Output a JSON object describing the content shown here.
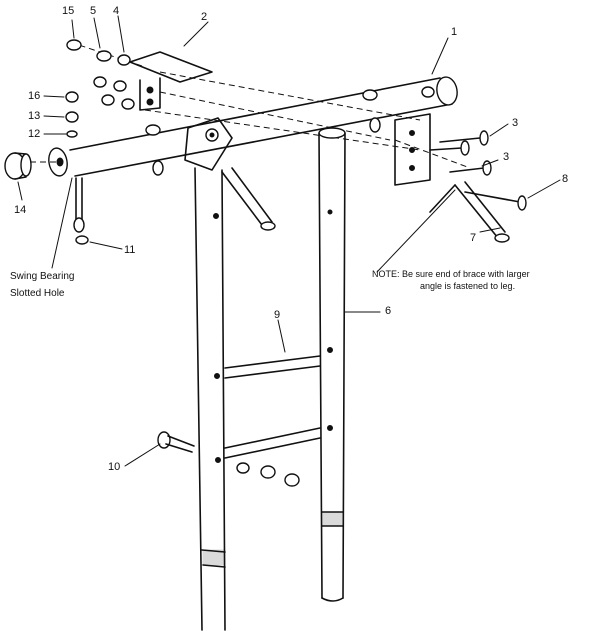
{
  "diagram": {
    "part_labels": {
      "p1": "1",
      "p2": "2",
      "p3a": "3",
      "p3b": "3",
      "p4": "4",
      "p5": "5",
      "p6": "6",
      "p7": "7",
      "p8": "8",
      "p9": "9",
      "p10": "10",
      "p11": "11",
      "p12": "12",
      "p13": "13",
      "p14": "14",
      "p15": "15",
      "p16": "16"
    },
    "swing_bearing_caption": {
      "line1": "Swing Bearing",
      "line2": "Slotted Hole"
    },
    "note": {
      "line1": "NOTE: Be sure end of brace with larger",
      "line2": "angle is fastened to leg."
    }
  }
}
